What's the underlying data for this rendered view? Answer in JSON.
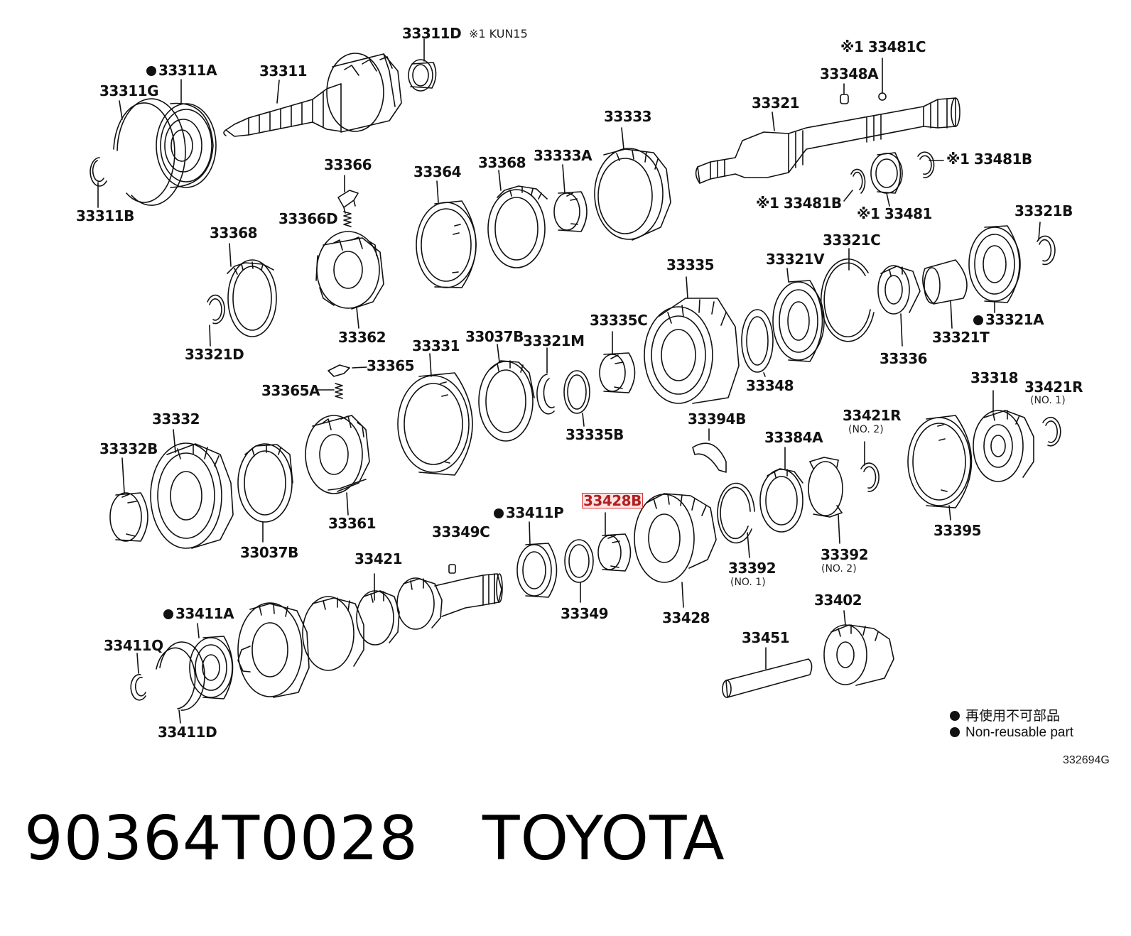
{
  "labels": {
    "p33311D": "33311D",
    "note_kun15": "※1 KUN15",
    "p33311A": "33311A",
    "p33311": "33311",
    "p33311G": "33311G",
    "p33311B": "33311B",
    "p33481C": "※1 33481C",
    "p33348A": "33348A",
    "p33321": "33321",
    "p33481B_r": "※1 33481B",
    "p33481B_l": "※1 33481B",
    "p33481": "※1 33481",
    "p33333": "33333",
    "p33366": "33366",
    "p33364": "33364",
    "p33368_top": "33368",
    "p33333A": "33333A",
    "p33366D": "33366D",
    "p33368_left": "33368",
    "p33321B": "33321B",
    "p33321C": "33321C",
    "p33335": "33335",
    "p33321V": "33321V",
    "p33321D": "33321D",
    "p33362": "33362",
    "p33321A": "33321A",
    "p33321T": "33321T",
    "p33336": "33336",
    "p33331": "33331",
    "p33037B_top": "33037B",
    "p33321M": "33321M",
    "p33335C": "33335C",
    "p33365": "33365",
    "p33348": "33348",
    "p33318": "33318",
    "p33421R_1": "33421R",
    "p33421R_1_sub": "(NO. 1)",
    "p33365A": "33365A",
    "p33332": "33332",
    "p33394B": "33394B",
    "p33421R_2": "33421R",
    "p33421R_2_sub": "(NO. 2)",
    "p33384A": "33384A",
    "p33335B": "33335B",
    "p33332B": "33332B",
    "p33428B": "33428B",
    "p33411P": "33411P",
    "p33361": "33361",
    "p33349C": "33349C",
    "p33037B_bot": "33037B",
    "p33395": "33395",
    "p33392_1": "33392",
    "p33392_1_sub": "(NO. 1)",
    "p33392_2": "33392",
    "p33392_2_sub": "(NO. 2)",
    "p33421": "33421",
    "p33349": "33349",
    "p33428": "33428",
    "p33402": "33402",
    "p33411A": "33411A",
    "p33451": "33451",
    "p33411Q": "33411Q",
    "p33411D": "33411D"
  },
  "legend": {
    "jp": "再使用不可部品",
    "en": "Non-reusable part"
  },
  "figure_code": "332694G",
  "footer": {
    "part_number": "90364T0028",
    "brand": "TOYOTA"
  },
  "highlight_color": "#e03030"
}
